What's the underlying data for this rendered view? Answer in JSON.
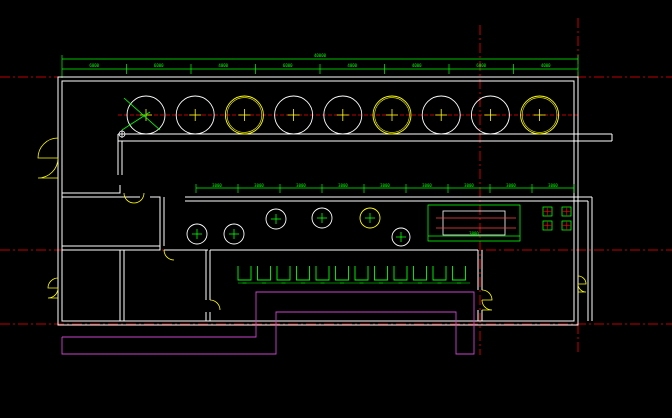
{
  "colors": {
    "background": "#000000",
    "wall": "#ffffff",
    "axis": "#ff0000",
    "dimension": "#00ff00",
    "tank_outline": "#ffffff",
    "tank_highlight": "#ffff00",
    "door": "#ffff00",
    "pipe": "#cc44cc",
    "crosshair": "#00ff00"
  },
  "dimensions": {
    "overall_label": "40000",
    "top_segments": [
      "6000",
      "6000",
      "4000",
      "6000",
      "4000",
      "4000",
      "6000",
      "4000"
    ],
    "mid_segments": [
      "3000",
      "3000",
      "3000",
      "3000",
      "3000",
      "3000",
      "3000",
      "3000",
      "3000"
    ],
    "equipment_label": "3000"
  },
  "plan": {
    "large_tanks": 9,
    "highlighted_tanks": [
      2,
      5,
      8
    ],
    "small_tanks": 6,
    "trough_units": 12,
    "small_boxes": 4
  }
}
